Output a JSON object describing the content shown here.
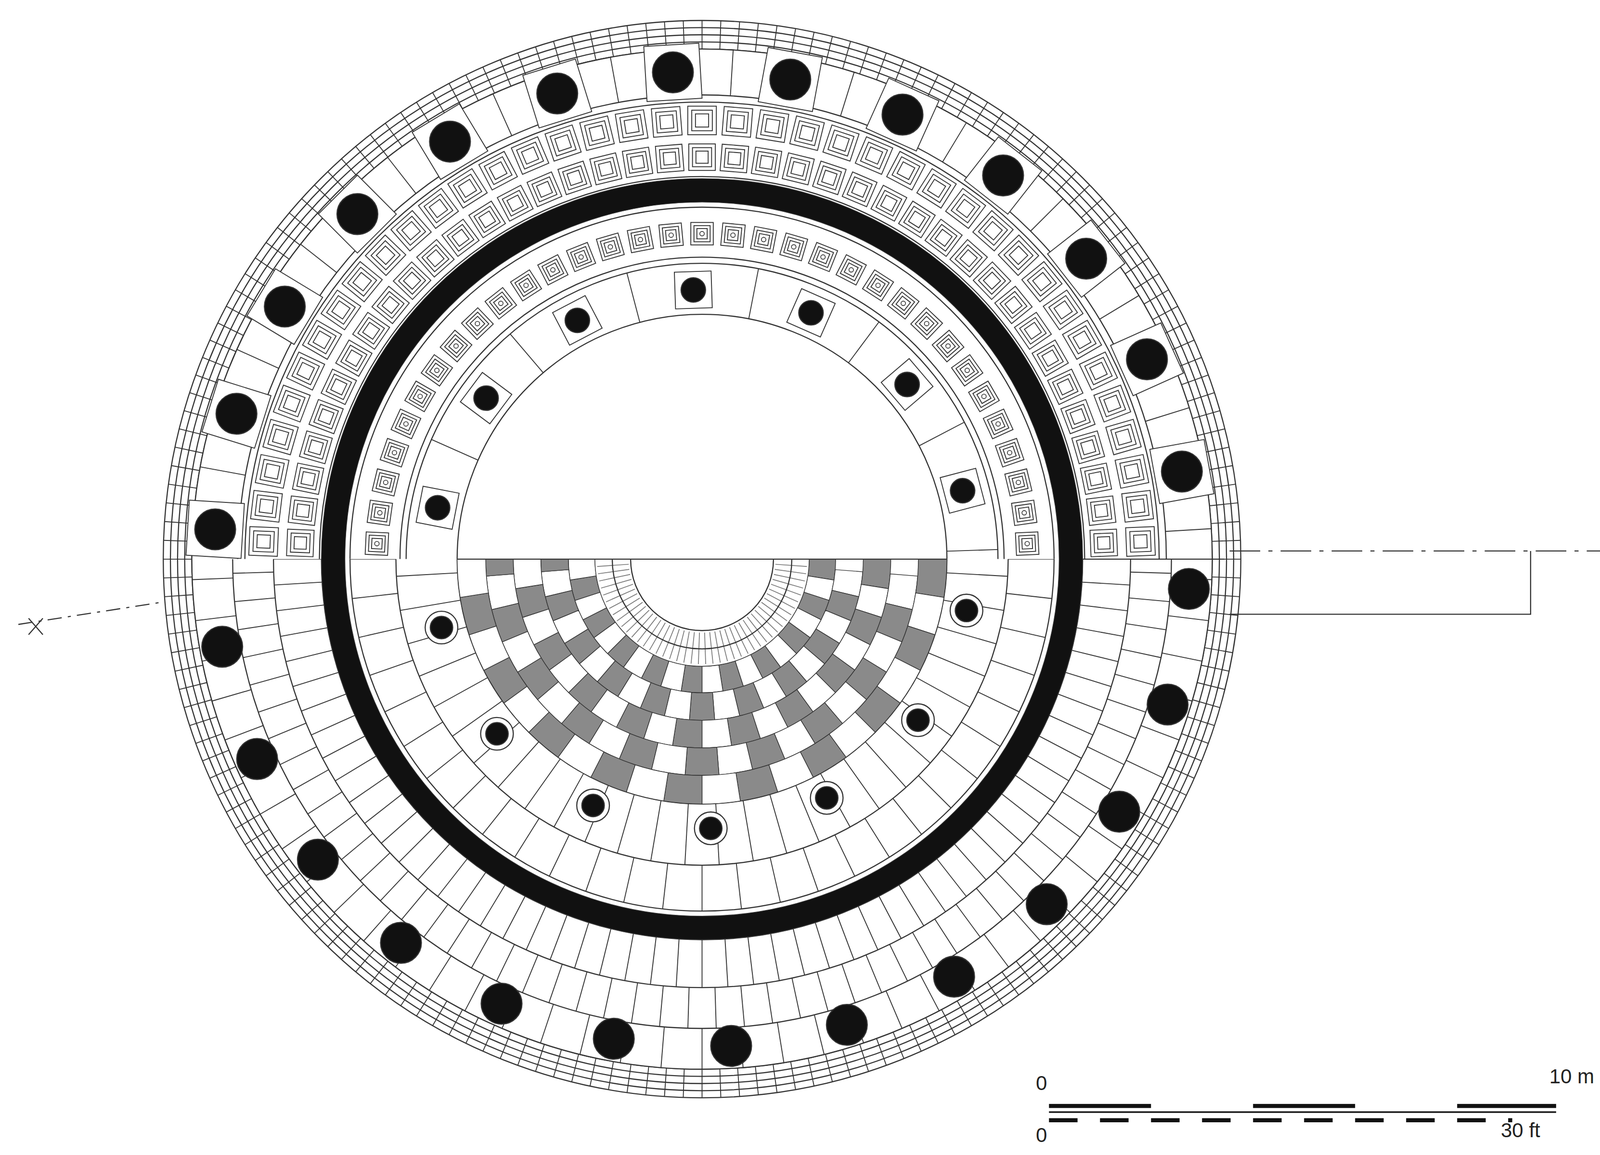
{
  "diagram": {
    "labels": [
      "0",
      "10 m",
      "0",
      "30 ft"
    ]
  }
}
